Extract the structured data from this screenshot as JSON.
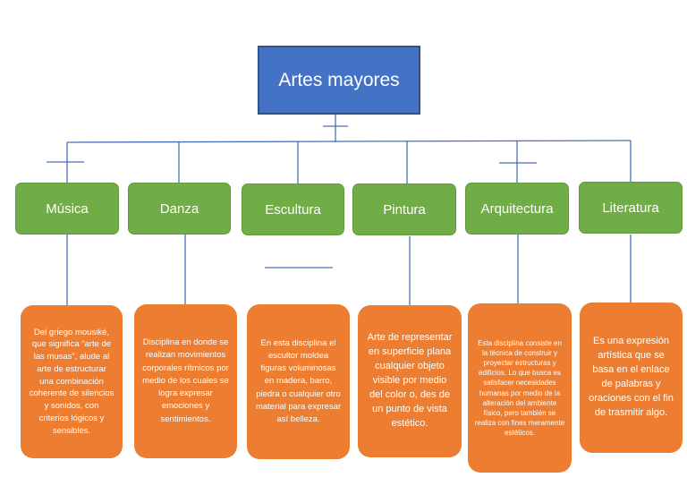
{
  "root": {
    "label": "Artes mayores"
  },
  "categories": [
    {
      "label": "Música",
      "description": "Del griego mousiké, que significa “arte de las musas”, alude al arte de estructurar una combinación coherente de silencios y sonidos, con criterios lógicos y sensibles."
    },
    {
      "label": "Danza",
      "description": "Disciplina en donde se realizan movimientos corporales rítmicos por medio de los cuales se logra expresar emociones y sentimientos."
    },
    {
      "label": "Escultura",
      "description": "En esta disciplina el escultor moldea figuras voluminosas en madera, barro, piedra o cualquier otro material para expresar así belleza."
    },
    {
      "label": "Pintura",
      "description": "Arte de representar en superficie plana cualquier objeto visible por medio del color o, des de un punto de vista estético."
    },
    {
      "label": "Arquitectura",
      "description": "Esta disciplina consiste en la técnica de construir y proyectar estructuras y edificios. Lo que busca es satisfacer necesidades humanas por medio de la alteración del ambiente físico, pero también se realiza con fines meramente estéticos."
    },
    {
      "label": "Literatura",
      "description": "Es una expresión artística que se basa en el enlace de palabras y oraciones con el fin de trasmitir algo."
    }
  ],
  "colors": {
    "root_fill": "#4472c4",
    "category_fill": "#70ad47",
    "description_fill": "#ed7d31",
    "connector": "#4a6fb8"
  }
}
